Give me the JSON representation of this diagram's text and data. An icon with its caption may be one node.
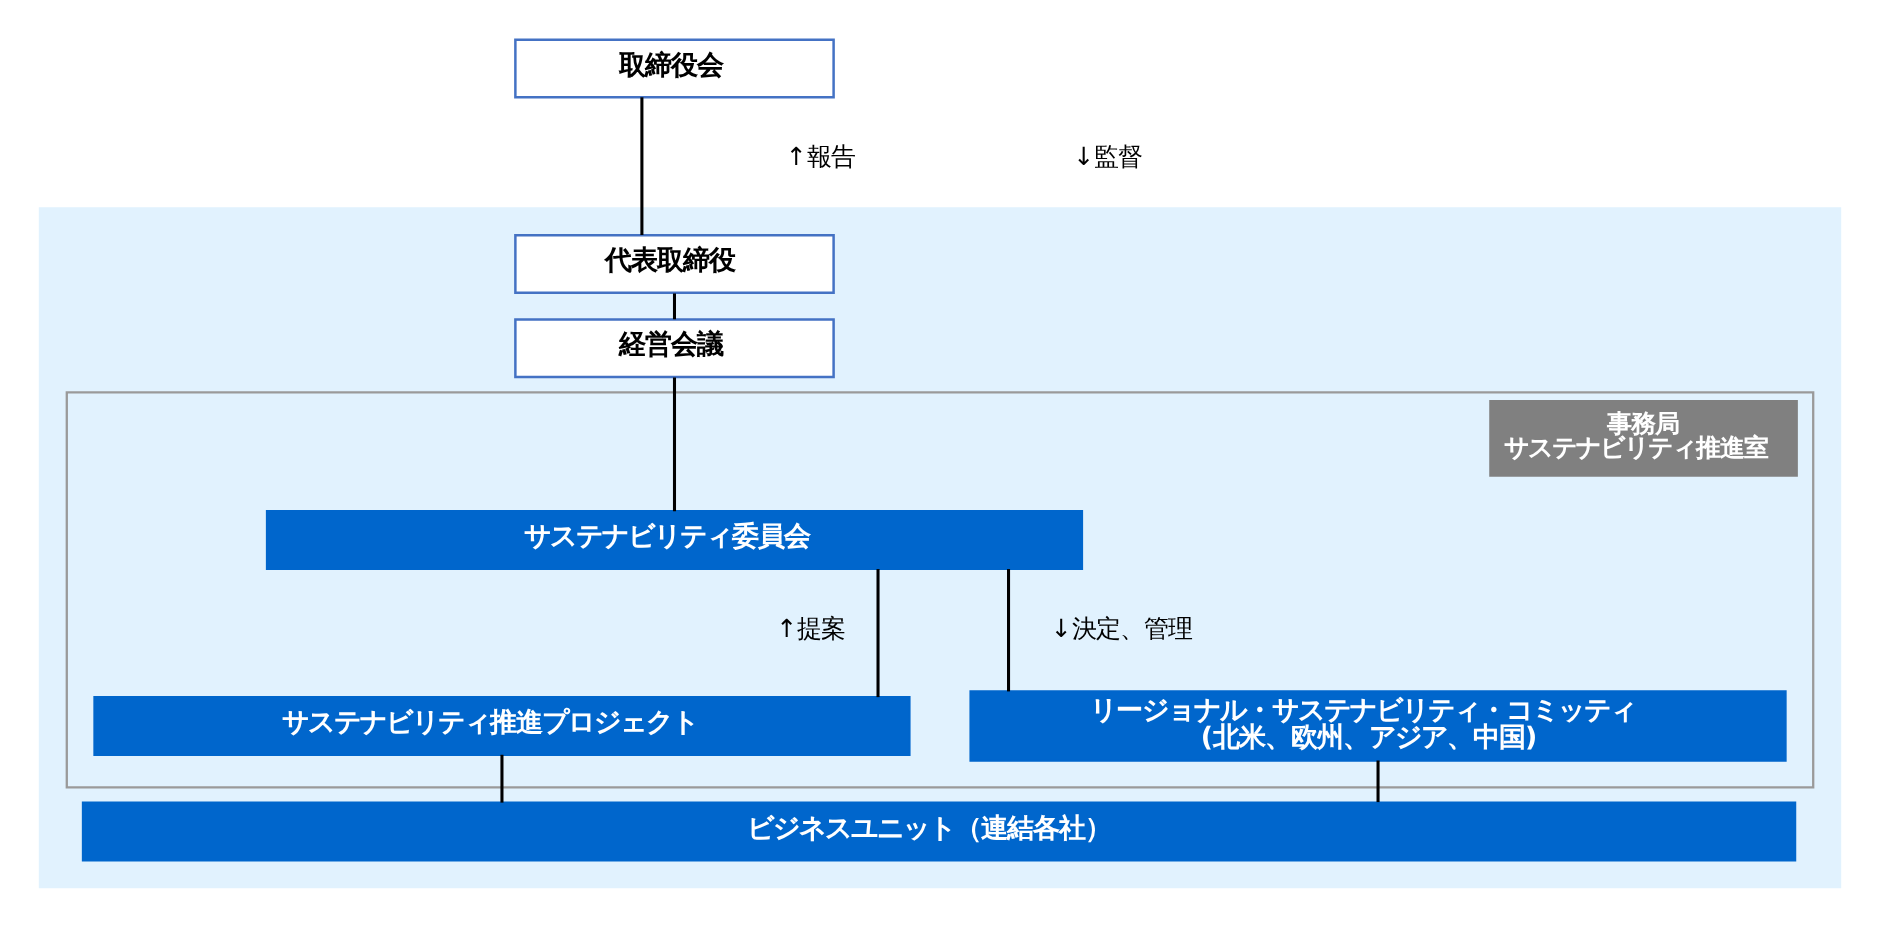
{
  "diagram": {
    "nodes": [
      {
        "text": [
          "取締役会"
        ]
      },
      {
        "text": [],
        "shape": "box"
      },
      {
        "text": [
          "代表取締役"
        ],
        "in": 1
      },
      {
        "text": [
          "経営会議"
        ],
        "in": 1
      },
      {
        "text": [
          "事務局",
          "サステナビリティ推進室"
        ],
        "in": 1
      },
      {
        "text": [
          "サステナビリティ委員会"
        ],
        "in": 4
      },
      {
        "text": [
          "サステナビリティ推進プロジェクト"
        ],
        "in": 4
      },
      {
        "text": [
          "リージョナル・サステナビリティ・コミッティ",
          "(北米、欧州、アジア、中国)"
        ],
        "in": 4
      },
      {
        "text": [
          "ビジネスユニット（連結各社）"
        ],
        "in": 1
      }
    ],
    "edges": [
      {
        "from": 0,
        "to": 2,
        "arrow": "none"
      },
      {
        "from": 2,
        "to": 3,
        "arrow": "none"
      },
      {
        "from": 3,
        "to": 5,
        "arrow": "none"
      },
      {
        "from": 5,
        "to": 6,
        "arrow": "none"
      },
      {
        "from": 5,
        "to": 7,
        "arrow": "none"
      },
      {
        "from": 6,
        "to": 8,
        "arrow": "none"
      },
      {
        "from": 7,
        "to": 8,
        "arrow": "none"
      }
    ],
    "labels": [
      "↑報告",
      "↓監督",
      "↑提案",
      "↓決定、管理"
    ]
  }
}
